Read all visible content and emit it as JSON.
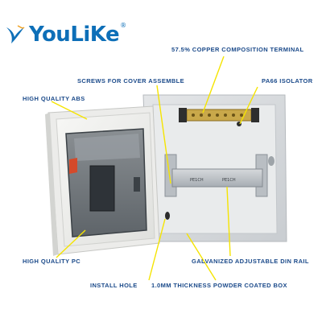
{
  "brand": {
    "name": "YouLiKe",
    "registered": "®"
  },
  "callouts": {
    "copper_terminal": "57.5% COPPER COMPOSITION TERMINAL",
    "screws": "SCREWS FOR COVER ASSEMBLE",
    "isolator": "PA66 ISOLATOR",
    "abs": "HIGH QUALITY ABS",
    "pc": "HIGH QUALITY PC",
    "din_rail": "GALVANIZED ADJUSTABLE DIN RAIL",
    "install_hole": "INSTALL HOLE",
    "box": "1.0MM THICKNESS POWDER COATED BOX"
  },
  "product": {
    "rail_label_1": "PE1CH",
    "rail_label_2": "PE1CH"
  },
  "colors": {
    "brand_blue": "#0d6fb8",
    "callout_text": "#1b4a8a",
    "leader_line": "#f5e400"
  }
}
